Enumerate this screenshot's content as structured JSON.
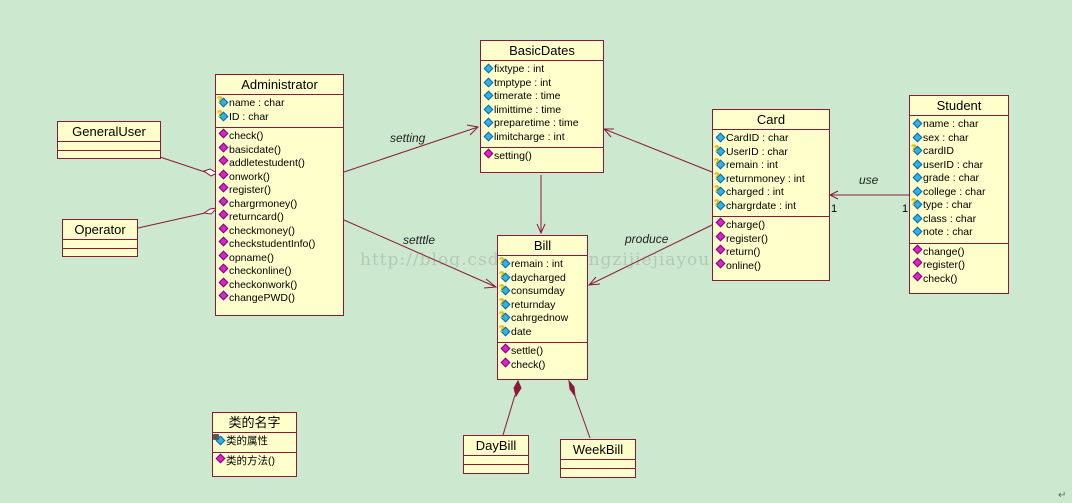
{
  "diagram": {
    "type": "UML class diagram",
    "classes": {
      "administrator": {
        "name": "Administrator",
        "attributes": [
          {
            "label": "name : char",
            "marker": "key"
          },
          {
            "label": "ID : char",
            "marker": "key"
          }
        ],
        "methods": [
          "check()",
          "basicdate()",
          "addletestudent()",
          "onwork()",
          "register()",
          "chargrmoney()",
          "returncard()",
          "checkmoney()",
          "checkstudentInfo()",
          "opname()",
          "checkonline()",
          "checkonwork()",
          "changePWD()"
        ]
      },
      "basicdates": {
        "name": "BasicDates",
        "attributes": [
          {
            "label": "fixtype : int",
            "marker": "none"
          },
          {
            "label": "tmptype : int",
            "marker": "none"
          },
          {
            "label": "timerate : time",
            "marker": "none"
          },
          {
            "label": "limittime : time",
            "marker": "none"
          },
          {
            "label": "preparetime : time",
            "marker": "none"
          },
          {
            "label": "limitcharge : int",
            "marker": "none"
          }
        ],
        "methods": [
          "setting()"
        ]
      },
      "card": {
        "name": "Card",
        "attributes": [
          {
            "label": "CardID : char",
            "marker": "none"
          },
          {
            "label": "UserID : char",
            "marker": "key"
          },
          {
            "label": "remain : int",
            "marker": "key"
          },
          {
            "label": "returnmoney : int",
            "marker": "key"
          },
          {
            "label": "charged : int",
            "marker": "key"
          },
          {
            "label": "chargrdate : int",
            "marker": "key"
          }
        ],
        "methods": [
          "charge()",
          "register()",
          "return()",
          "online()"
        ]
      },
      "student": {
        "name": "Student",
        "attributes": [
          {
            "label": "name : char",
            "marker": "none"
          },
          {
            "label": "sex : char",
            "marker": "none"
          },
          {
            "label": "cardID",
            "marker": "key"
          },
          {
            "label": "userID : char",
            "marker": "none"
          },
          {
            "label": "grade : char",
            "marker": "none"
          },
          {
            "label": "college : char",
            "marker": "none"
          },
          {
            "label": "type : char",
            "marker": "key"
          },
          {
            "label": "class : char",
            "marker": "none"
          },
          {
            "label": "note : char",
            "marker": "none"
          }
        ],
        "methods": [
          "change()",
          "register()",
          "check()"
        ]
      },
      "bill": {
        "name": "Bill",
        "attributes": [
          {
            "label": "remain : int",
            "marker": "key"
          },
          {
            "label": "daycharged",
            "marker": "key"
          },
          {
            "label": "consumday",
            "marker": "key"
          },
          {
            "label": "returnday",
            "marker": "key"
          },
          {
            "label": "cahrgednow",
            "marker": "key"
          },
          {
            "label": "date",
            "marker": "key"
          }
        ],
        "methods": [
          "settle()",
          "check()"
        ]
      },
      "generaluser": {
        "name": "GeneralUser",
        "attributes": [],
        "methods": []
      },
      "operator": {
        "name": "Operator",
        "attributes": [],
        "methods": []
      },
      "daybill": {
        "name": "DayBill",
        "attributes": [],
        "methods": []
      },
      "weekbill": {
        "name": "WeekBill",
        "attributes": [],
        "methods": []
      },
      "legend": {
        "name": "类的名字",
        "attributes": [
          {
            "label": "类的属性",
            "marker": "lock"
          }
        ],
        "methods": [
          "类的方法()"
        ]
      }
    },
    "relations": [
      {
        "id": "generaluser-admin",
        "from": "GeneralUser",
        "to": "Administrator",
        "kind": "aggregation",
        "label": ""
      },
      {
        "id": "operator-admin",
        "from": "Operator",
        "to": "Administrator",
        "kind": "aggregation",
        "label": ""
      },
      {
        "id": "admin-basicdates",
        "from": "Administrator",
        "to": "BasicDates",
        "kind": "association",
        "label": "setting"
      },
      {
        "id": "admin-bill",
        "from": "Administrator",
        "to": "Bill",
        "kind": "association",
        "label": "setttle"
      },
      {
        "id": "basicdates-bill",
        "from": "BasicDates",
        "to": "Bill",
        "kind": "association",
        "label": ""
      },
      {
        "id": "card-basicdates",
        "from": "Card",
        "to": "BasicDates",
        "kind": "association",
        "label": ""
      },
      {
        "id": "card-bill",
        "from": "Card",
        "to": "Bill",
        "kind": "association",
        "label": "produce"
      },
      {
        "id": "student-card",
        "from": "Student",
        "to": "Card",
        "kind": "association",
        "label": "use",
        "multiplicity_from": "1",
        "multiplicity_to": "1"
      },
      {
        "id": "bill-daybill",
        "from": "DayBill",
        "to": "Bill",
        "kind": "composition",
        "label": ""
      },
      {
        "id": "bill-weekbill",
        "from": "WeekBill",
        "to": "Bill",
        "kind": "composition",
        "label": ""
      }
    ],
    "labels": {
      "setting": "setting",
      "setttle": "setttle",
      "produce": "produce",
      "use": "use",
      "mult_card": "1",
      "mult_student": "1"
    },
    "watermark": "http://blog.csdn.net/zhangzijiejiayou",
    "return_mark": "↵",
    "colors": {
      "background": "#cce8cf",
      "class_fill": "#ffffcc",
      "line": "#8b1a3a",
      "attr_icon": "#29b6e8",
      "method_icon": "#e020d0"
    }
  }
}
